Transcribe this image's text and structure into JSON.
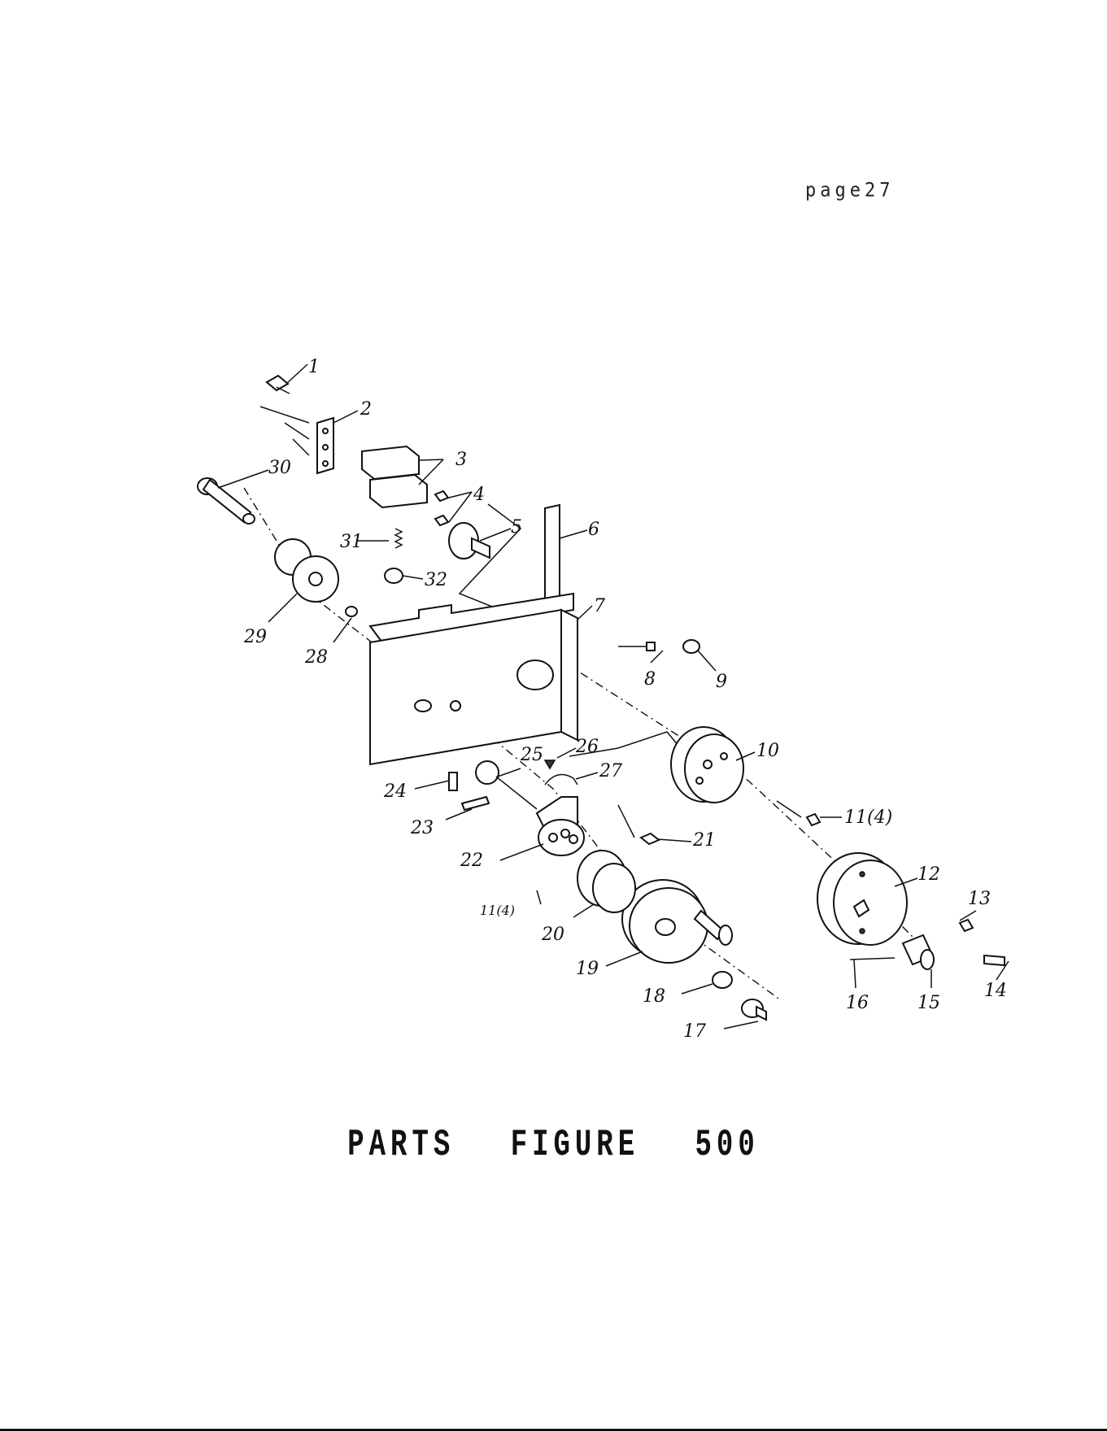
{
  "page": {
    "number": "page27"
  },
  "caption": {
    "word1": "PARTS",
    "word2": "FIGURE",
    "word3": "500"
  },
  "callouts": [
    {
      "id": "c1",
      "text": "1"
    },
    {
      "id": "c2",
      "text": "2"
    },
    {
      "id": "c3",
      "text": "3"
    },
    {
      "id": "c4",
      "text": "4"
    },
    {
      "id": "c5",
      "text": "5"
    },
    {
      "id": "c6",
      "text": "6"
    },
    {
      "id": "c7",
      "text": "7"
    },
    {
      "id": "c8",
      "text": "8"
    },
    {
      "id": "c9",
      "text": "9"
    },
    {
      "id": "c10",
      "text": "10"
    },
    {
      "id": "c11a",
      "text": "11(4)"
    },
    {
      "id": "c12",
      "text": "12"
    },
    {
      "id": "c13",
      "text": "13"
    },
    {
      "id": "c14",
      "text": "14"
    },
    {
      "id": "c15",
      "text": "15"
    },
    {
      "id": "c16",
      "text": "16"
    },
    {
      "id": "c17",
      "text": "17"
    },
    {
      "id": "c18",
      "text": "18"
    },
    {
      "id": "c19",
      "text": "19"
    },
    {
      "id": "c20",
      "text": "20"
    },
    {
      "id": "c11b",
      "text": "11(4)"
    },
    {
      "id": "c21",
      "text": "21"
    },
    {
      "id": "c22",
      "text": "22"
    },
    {
      "id": "c23",
      "text": "23"
    },
    {
      "id": "c24",
      "text": "24"
    },
    {
      "id": "c25",
      "text": "25"
    },
    {
      "id": "c26",
      "text": "26"
    },
    {
      "id": "c27",
      "text": "27"
    },
    {
      "id": "c28",
      "text": "28"
    },
    {
      "id": "c29",
      "text": "29"
    },
    {
      "id": "c30",
      "text": "30"
    },
    {
      "id": "c31",
      "text": "31"
    },
    {
      "id": "c32",
      "text": "32"
    }
  ]
}
